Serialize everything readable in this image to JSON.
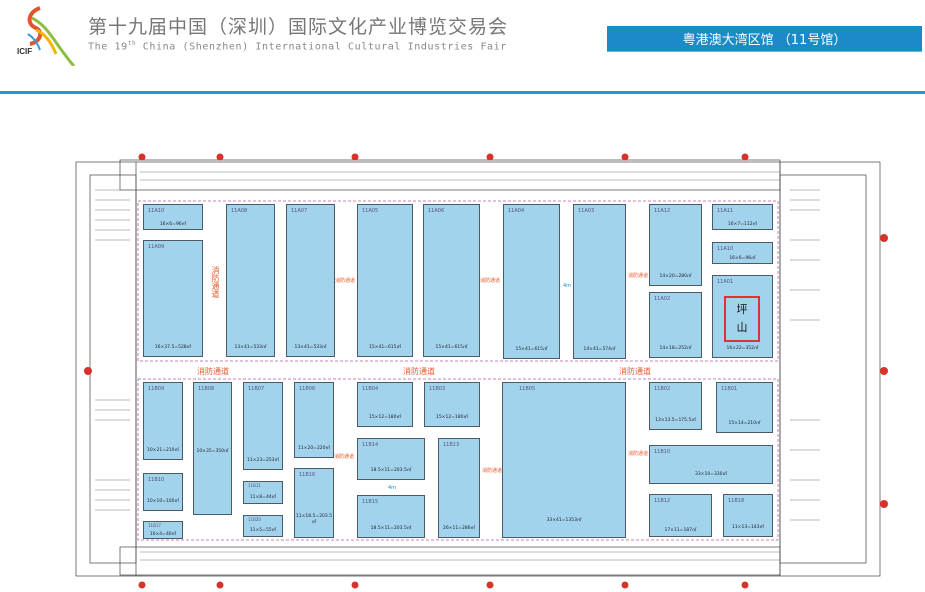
{
  "header": {
    "logo_text": "ICIF",
    "title_cn": "第十九届中国（深圳）国际文化产业博览交易会",
    "title_en_pre": "The 19",
    "title_en_sup": "th",
    "title_en_post": " China (Shenzhen) International Cultural Industries Fair",
    "hall": "粤港澳大湾区馆 （11号馆）"
  },
  "corridor_label": "消防通道",
  "aisle_width": "4m",
  "highlight": {
    "line1": "坪",
    "line2": "山"
  },
  "booths": [
    {
      "id": "11A10",
      "size": "16×6=96㎡"
    },
    {
      "id": "11A09",
      "size": "16×37.5=528㎡"
    },
    {
      "id": "11A08",
      "size": "13×41=533㎡"
    },
    {
      "id": "11A07",
      "size": "13×41=533㎡"
    },
    {
      "id": "11A05",
      "size": "15×41=615㎡"
    },
    {
      "id": "11A06",
      "size": "15×41=615㎡"
    },
    {
      "id": "11A04",
      "size": "15×41=615㎡"
    },
    {
      "id": "11A03",
      "size": "14×41=574㎡"
    },
    {
      "id": "11A12",
      "size": "14×20=280㎡"
    },
    {
      "id": "11A02",
      "size": "14×18=252㎡"
    },
    {
      "id": "11A11",
      "size": "16×7=112㎡"
    },
    {
      "id": "11A10",
      "size": "16×6=96㎡"
    },
    {
      "id": "11A01",
      "size": "16×22=352㎡"
    },
    {
      "id": "11B09",
      "size": "10×21=210㎡"
    },
    {
      "id": "11B08",
      "size": "10×35=350㎡"
    },
    {
      "id": "11B07",
      "size": "11×23=253㎡"
    },
    {
      "id": "11B06",
      "size": "11×20=220㎡"
    },
    {
      "id": "11B10",
      "size": "10×10=100㎡"
    },
    {
      "id": "11B17",
      "size": "10×4=40㎡"
    },
    {
      "id": "11B11",
      "size": "11×8=44㎡"
    },
    {
      "id": "11B20",
      "size": "11×5=55㎡"
    },
    {
      "id": "11B16",
      "size": "11×18.5=203.5㎡"
    },
    {
      "id": "11B04",
      "size": "15×12=180㎡"
    },
    {
      "id": "11B03",
      "size": "15×12=180㎡"
    },
    {
      "id": "11B14",
      "size": "18.5×11=203.5㎡"
    },
    {
      "id": "11B15",
      "size": "18.5×11=203.5㎡"
    },
    {
      "id": "11B13",
      "size": "26×11=286㎡"
    },
    {
      "id": "11B05",
      "size": "33×41=1353㎡"
    },
    {
      "id": "11B02",
      "size": "13×13.5=175.5㎡"
    },
    {
      "id": "11B01",
      "size": "15×14=210㎡"
    },
    {
      "id": "11B10",
      "size": "33×10=330㎡"
    },
    {
      "id": "11B12",
      "size": "17×11=187㎡"
    },
    {
      "id": "11B18",
      "size": "11×13=143㎡"
    }
  ]
}
